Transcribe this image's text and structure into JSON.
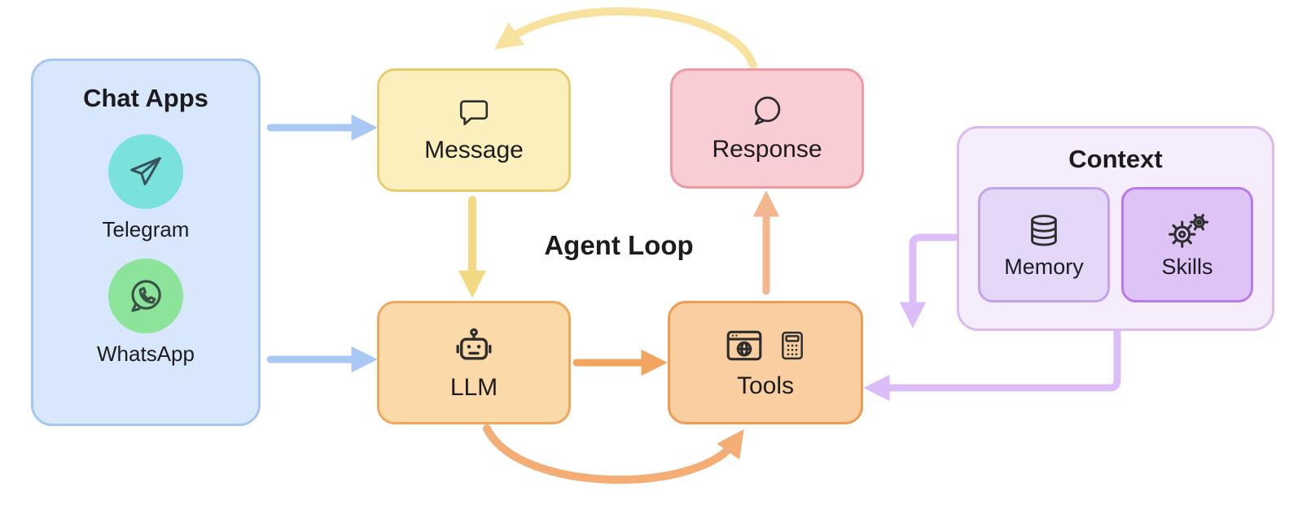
{
  "diagram": {
    "center_label": "Agent Loop",
    "chat_apps": {
      "title": "Chat Apps",
      "items": [
        {
          "label": "Telegram",
          "icon": "telegram-icon",
          "circle_color": "#7be2db"
        },
        {
          "label": "WhatsApp",
          "icon": "whatsapp-icon",
          "circle_color": "#8be49a"
        }
      ]
    },
    "nodes": {
      "message": {
        "label": "Message",
        "icon": "speech-bubble-square-icon",
        "fill": "#fbf0bd",
        "border": "#e6cd70"
      },
      "response": {
        "label": "Response",
        "icon": "speech-bubble-round-icon",
        "fill": "#f9cdd4",
        "border": "#ef99a4"
      },
      "llm": {
        "label": "LLM",
        "icon": "robot-icon",
        "fill": "#fcd9a9",
        "border": "#f0a85e"
      },
      "tools": {
        "label": "Tools",
        "icon": "browser-and-calculator-icons",
        "fill": "#f9cfa2",
        "border": "#ee9b53"
      }
    },
    "context": {
      "title": "Context",
      "items": [
        {
          "label": "Memory",
          "icon": "database-icon",
          "fill": "#e5d7f8",
          "border": "#c5a3ec"
        },
        {
          "label": "Skills",
          "icon": "gears-icon",
          "fill": "#ddc3f6",
          "border": "#b77ae8"
        }
      ]
    },
    "arrows": {
      "blue": "#a9c9f4",
      "yellow": "#f3d983",
      "yellow_light": "#f8e2a0",
      "orange": "#f2a55e",
      "salmon": "#f3b68e",
      "orange_curve": "#f4ad75",
      "purple": "#dcbdf7"
    }
  }
}
